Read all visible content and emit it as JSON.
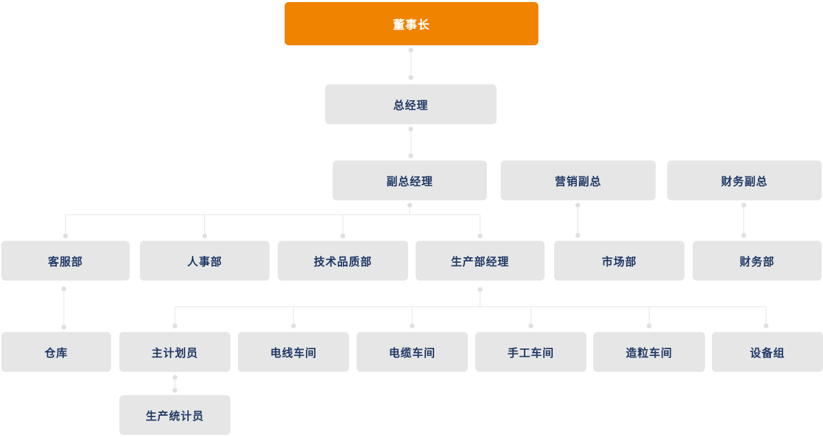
{
  "colors": {
    "accent-orange": "#F08300",
    "node-gray": "#E6E6E6",
    "node-text": "#1F3864",
    "chairman-text": "#FFFFFF",
    "connector": "#E4E4E4",
    "connector-dot": "#E0E0E0",
    "background": "#FFFFFF"
  },
  "org_chart": {
    "type": "organization-chart",
    "nodes": {
      "chairman": {
        "label": "董事长",
        "level": 1
      },
      "general_manager": {
        "label": "总经理",
        "level": 2
      },
      "deputy_gm": {
        "label": "副总经理",
        "level": 3
      },
      "marketing_vp": {
        "label": "营销副总",
        "level": 3
      },
      "finance_vp": {
        "label": "财务副总",
        "level": 3
      },
      "customer_service": {
        "label": "客服部",
        "level": 4
      },
      "hr_dept": {
        "label": "人事部",
        "level": 4
      },
      "tech_quality": {
        "label": "技术品质部",
        "level": 4
      },
      "production_manager": {
        "label": "生产部经理",
        "level": 4
      },
      "market_dept": {
        "label": "市场部",
        "level": 4
      },
      "finance_dept": {
        "label": "财务部",
        "level": 4
      },
      "warehouse": {
        "label": "仓库",
        "level": 5
      },
      "chief_planner": {
        "label": "主计划员",
        "level": 5
      },
      "wire_workshop": {
        "label": "电线车间",
        "level": 5
      },
      "cable_workshop": {
        "label": "电缆车间",
        "level": 5
      },
      "manual_workshop": {
        "label": "手工车间",
        "level": 5
      },
      "granulation_workshop": {
        "label": "造粒车间",
        "level": 5
      },
      "equipment_group": {
        "label": "设备组",
        "level": 5
      },
      "production_statistician": {
        "label": "生产统计员",
        "level": 6
      }
    },
    "edges": [
      {
        "from": "chairman",
        "to": "general_manager"
      },
      {
        "from": "general_manager",
        "to": "deputy_gm"
      },
      {
        "from": "deputy_gm",
        "to": "customer_service"
      },
      {
        "from": "deputy_gm",
        "to": "hr_dept"
      },
      {
        "from": "deputy_gm",
        "to": "tech_quality"
      },
      {
        "from": "deputy_gm",
        "to": "production_manager"
      },
      {
        "from": "marketing_vp",
        "to": "market_dept"
      },
      {
        "from": "finance_vp",
        "to": "finance_dept"
      },
      {
        "from": "customer_service",
        "to": "warehouse"
      },
      {
        "from": "production_manager",
        "to": "chief_planner"
      },
      {
        "from": "production_manager",
        "to": "wire_workshop"
      },
      {
        "from": "production_manager",
        "to": "cable_workshop"
      },
      {
        "from": "production_manager",
        "to": "manual_workshop"
      },
      {
        "from": "production_manager",
        "to": "granulation_workshop"
      },
      {
        "from": "production_manager",
        "to": "equipment_group"
      },
      {
        "from": "chief_planner",
        "to": "production_statistician"
      }
    ]
  }
}
